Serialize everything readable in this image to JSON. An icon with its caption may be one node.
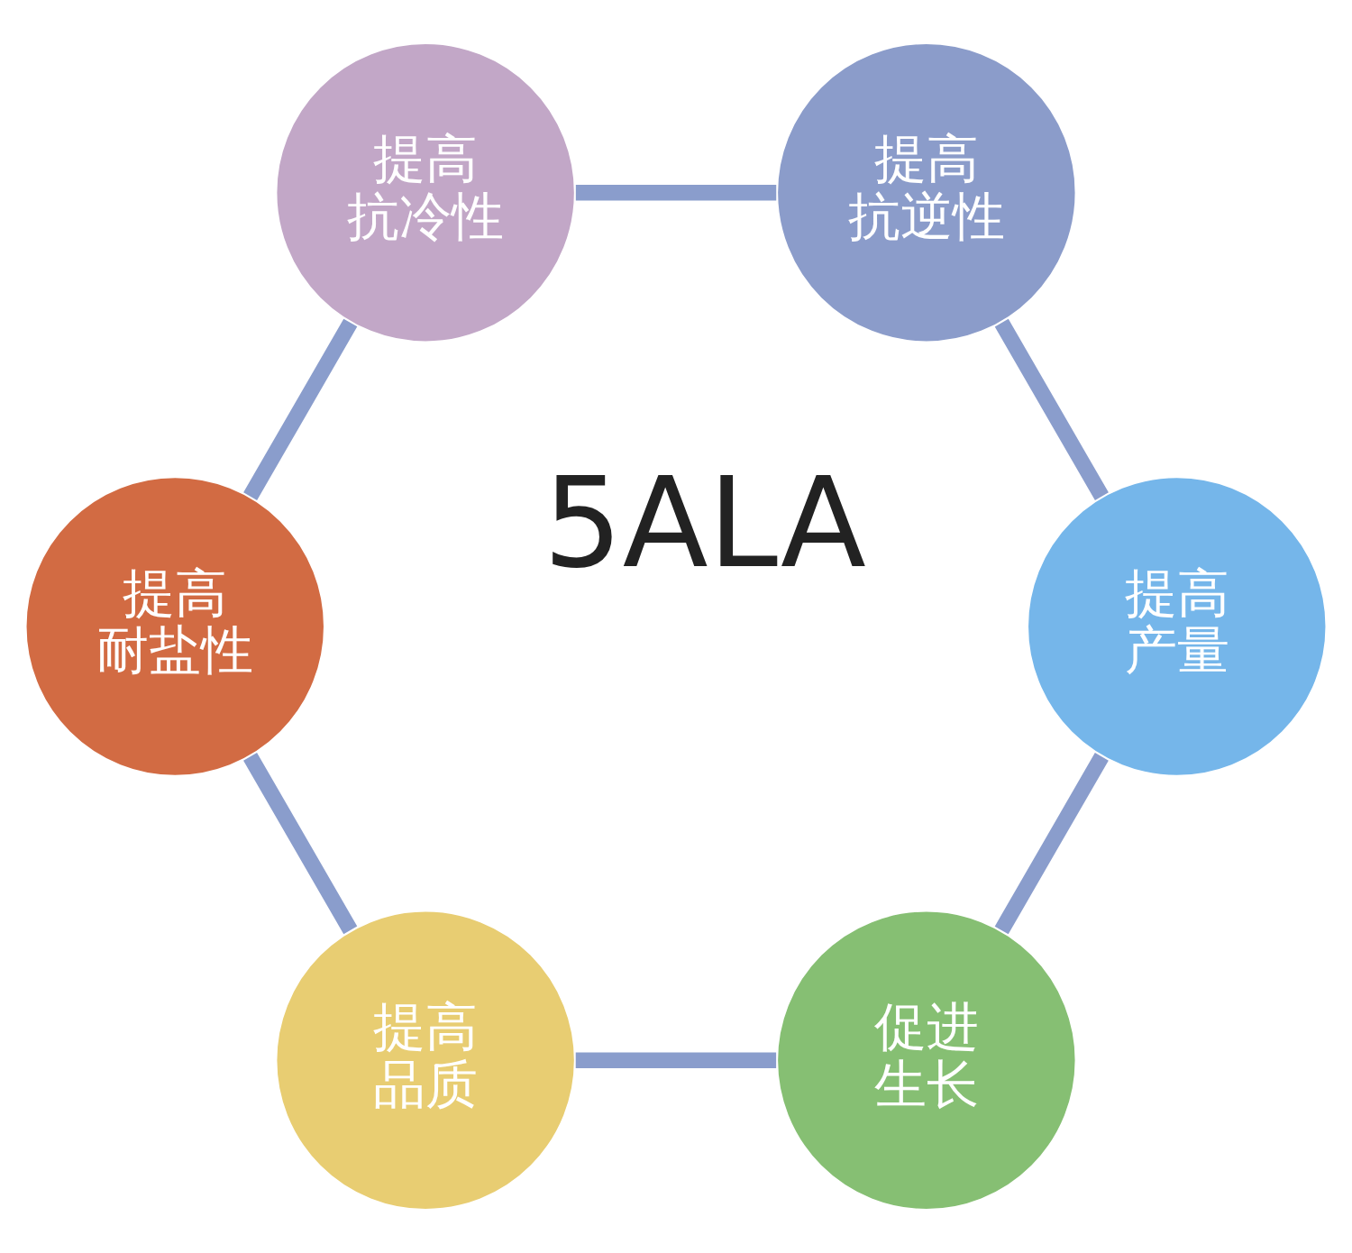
{
  "diagram": {
    "nodes": [
      {
        "text": [
          "促进生长"
        ]
      },
      {
        "text": [
          "提高品质"
        ]
      },
      {
        "text": [
          "提高耐盐性"
        ]
      },
      {
        "text": [
          "提高抗冷性"
        ]
      },
      {
        "text": [
          "提高抗逆性"
        ]
      },
      {
        "text": [
          "提高产量"
        ]
      }
    ],
    "edges": [
      {
        "from": 0,
        "to": 1,
        "arrow": "none"
      },
      {
        "from": 1,
        "to": 2,
        "arrow": "none"
      },
      {
        "from": 2,
        "to": 3,
        "arrow": "none"
      },
      {
        "from": 3,
        "to": 4,
        "arrow": "none"
      },
      {
        "from": 4,
        "to": 5,
        "arrow": "none"
      },
      {
        "from": 5,
        "to": 0,
        "arrow": "none"
      }
    ],
    "labels": [
      "5ALA"
    ]
  }
}
